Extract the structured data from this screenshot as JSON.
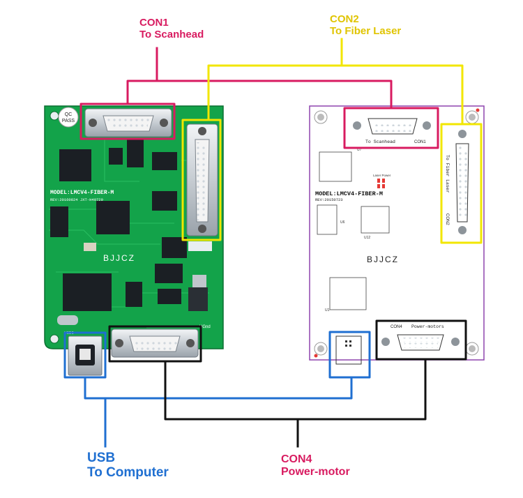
{
  "labels": {
    "con1": {
      "title": "CON1",
      "subtitle": "To Scanhead"
    },
    "con2": {
      "title": "CON2",
      "subtitle": "To Fiber Laser"
    },
    "usb": {
      "title": "USB",
      "subtitle": "To Computer"
    },
    "con4": {
      "title": "CON4",
      "subtitle": "Power-motor"
    }
  },
  "left_board": {
    "model": "MODEL:LMCV4-FIBER-M",
    "rev": "REV:20160824   JXT-H40729",
    "brand": "BJJCZ",
    "qc": "QC",
    "pass": "PASS",
    "usbc": "USBC",
    "gnd": "UGnd"
  },
  "right_board": {
    "model": "MODEL:LMCV4-FIBER-M",
    "rev": "REV:20150723",
    "brand": "BJJCZ",
    "to_scanhead": "To Scanhead",
    "con1": "CON1",
    "to_fiber_laser": "To Fiber Laser",
    "con2": "CON2",
    "con4": "CON4",
    "power_motors": "Power-motors",
    "laser_power": "Laser Power",
    "u6": "U6",
    "u12": "U12",
    "u1": "U1",
    "u7": "U7"
  },
  "colors": {
    "con1": "#d81b60",
    "con2": "#f2e600",
    "usb": "#1f6fd1",
    "con4": "#111111",
    "pcb_green": "#13a34a",
    "board_outline": "#8e44ad"
  }
}
